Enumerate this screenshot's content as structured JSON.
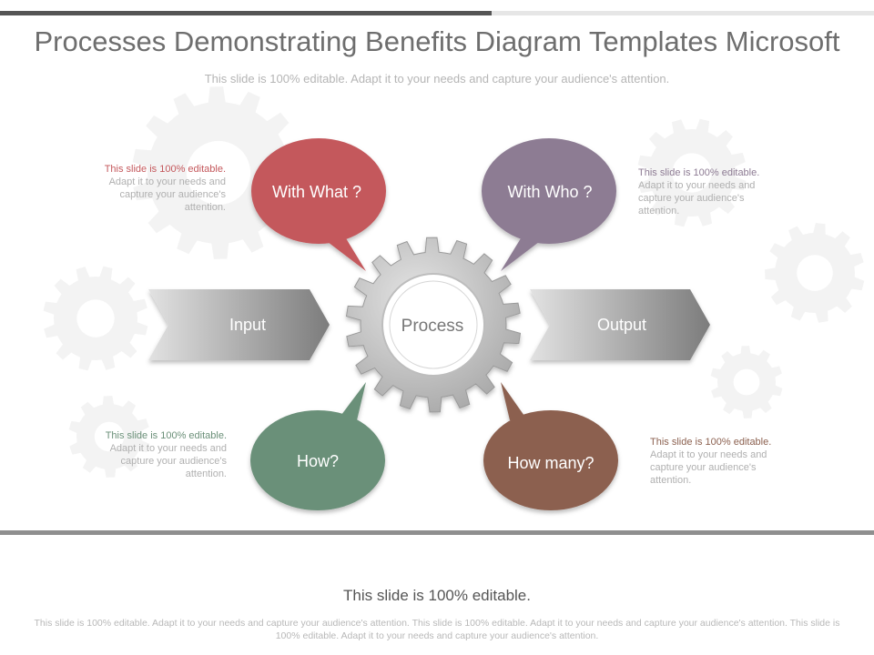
{
  "header": {
    "title": "Processes Demonstrating Benefits Diagram Templates Microsoft",
    "subtitle": "This slide is 100% editable. Adapt it to your needs and capture your audience's attention."
  },
  "diagram": {
    "center_label": "Process",
    "input_label": "Input",
    "output_label": "Output",
    "bubbles": {
      "top_left": {
        "label": "With What ?",
        "color": "#c4585c"
      },
      "top_right": {
        "label": "With Who ?",
        "color": "#8d7b93"
      },
      "bottom_left": {
        "label": "How?",
        "color": "#6b9079"
      },
      "bottom_right": {
        "label": "How many?",
        "color": "#8c6150"
      }
    }
  },
  "notes": {
    "top_left": {
      "head": "This slide is 100% editable.",
      "body": "Adapt it to your needs and capture your audience's attention.",
      "color": "#c4585c"
    },
    "top_right": {
      "head": "This slide is 100% editable.",
      "body": "Adapt it to your needs and capture your audience's attention.",
      "color": "#8d7b93"
    },
    "bottom_left": {
      "head": "This slide is 100% editable.",
      "body": "Adapt it to your needs and capture your audience's attention.",
      "color": "#6b9079"
    },
    "bottom_right": {
      "head": "This slide is 100% editable.",
      "body": "Adapt it to your needs and capture your audience's attention.",
      "color": "#8c6150"
    }
  },
  "footer": {
    "title": "This slide is 100% editable.",
    "text": "This slide is 100% editable. Adapt it to your needs and capture your audience's attention. This slide is 100% editable. Adapt it to your needs and capture your audience's attention. This slide is 100% editable. Adapt it to your needs and capture your audience's attention."
  }
}
